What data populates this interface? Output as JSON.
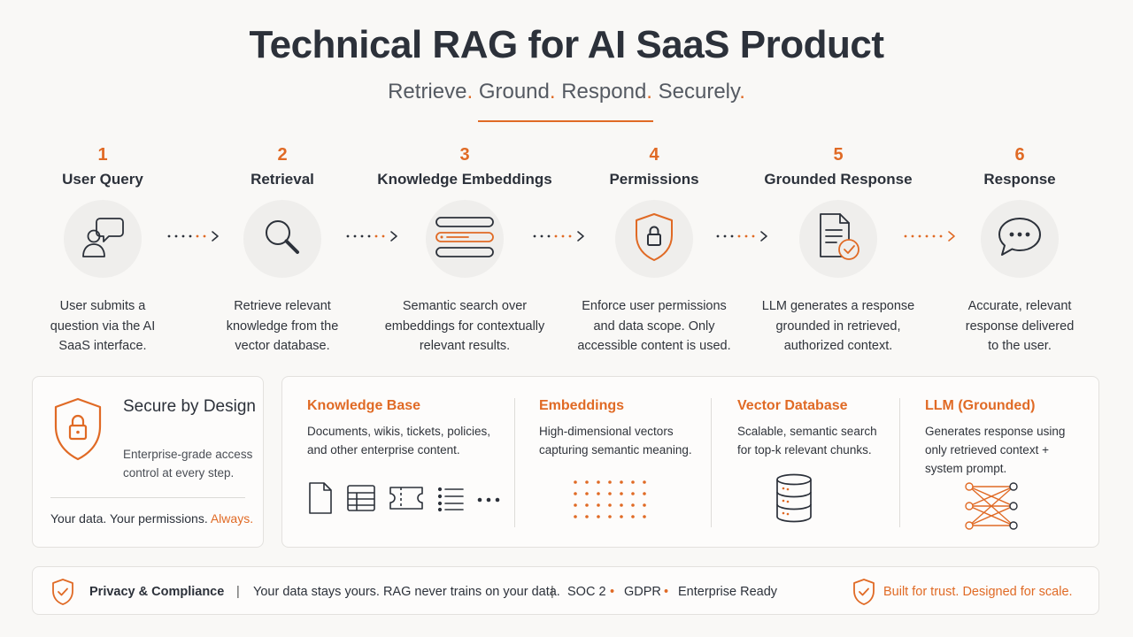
{
  "header": {
    "title": "Technical RAG for AI SaaS Product",
    "subtitle_words": [
      "Retrieve",
      "Ground",
      "Respond",
      "Securely"
    ]
  },
  "colors": {
    "accent": "#e06a25",
    "text": "#2c313a",
    "circle_bg": "#efeeec"
  },
  "steps": [
    {
      "number": "1",
      "label": "User Query",
      "icon": "user-chat-icon",
      "desc": [
        "User submits a",
        "question via the AI",
        "SaaS interface."
      ]
    },
    {
      "number": "2",
      "label": "Retrieval",
      "icon": "search-icon",
      "desc": [
        "Retrieve relevant",
        "knowledge from the",
        "vector database."
      ]
    },
    {
      "number": "3",
      "label": "Knowledge Embeddings",
      "icon": "stacked-bars-icon",
      "desc": [
        "Semantic search over",
        "embeddings for contextually",
        "relevant results."
      ]
    },
    {
      "number": "4",
      "label": "Permissions",
      "icon": "shield-lock-icon",
      "desc": [
        "Enforce user permissions",
        "and data scope. Only",
        "accessible content is used."
      ]
    },
    {
      "number": "5",
      "label": "Grounded Response",
      "icon": "document-check-icon",
      "desc": [
        "LLM generates a response",
        "grounded in retrieved,",
        "authorized context."
      ]
    },
    {
      "number": "6",
      "label": "Response",
      "icon": "chat-bubble-icon",
      "desc": [
        "Accurate, relevant",
        "response delivered",
        "to the user."
      ]
    }
  ],
  "secure": {
    "title": "Secure by Design",
    "desc": "Enterprise-grade access control at every step.",
    "footer_text": "Your data. Your permissions.",
    "footer_accent": "Always."
  },
  "components": [
    {
      "title": "Knowledge Base",
      "desc": "Documents, wikis, tickets, policies, and other enterprise content.",
      "icons": [
        "document-icon",
        "table-icon",
        "ticket-icon",
        "list-icon",
        "more-icon"
      ]
    },
    {
      "title": "Embeddings",
      "desc": "High-dimensional vectors capturing semantic meaning.",
      "icons": [
        "dot-grid-icon"
      ]
    },
    {
      "title": "Vector Database",
      "desc": "Scalable, semantic search for top-k relevant chunks.",
      "icons": [
        "database-icon"
      ]
    },
    {
      "title": "LLM (Grounded)",
      "desc": "Generates response using only retrieved context + system prompt.",
      "icons": [
        "network-icon"
      ]
    }
  ],
  "footer": {
    "privacy_label": "Privacy & Compliance",
    "separator": "|",
    "privacy_text": "Your data stays yours. RAG never trains on your data.",
    "badges": [
      "SOC 2",
      "GDPR",
      "Enterprise Ready"
    ],
    "badge_separator": "•",
    "tagline": "Built for trust. Designed for scale."
  }
}
